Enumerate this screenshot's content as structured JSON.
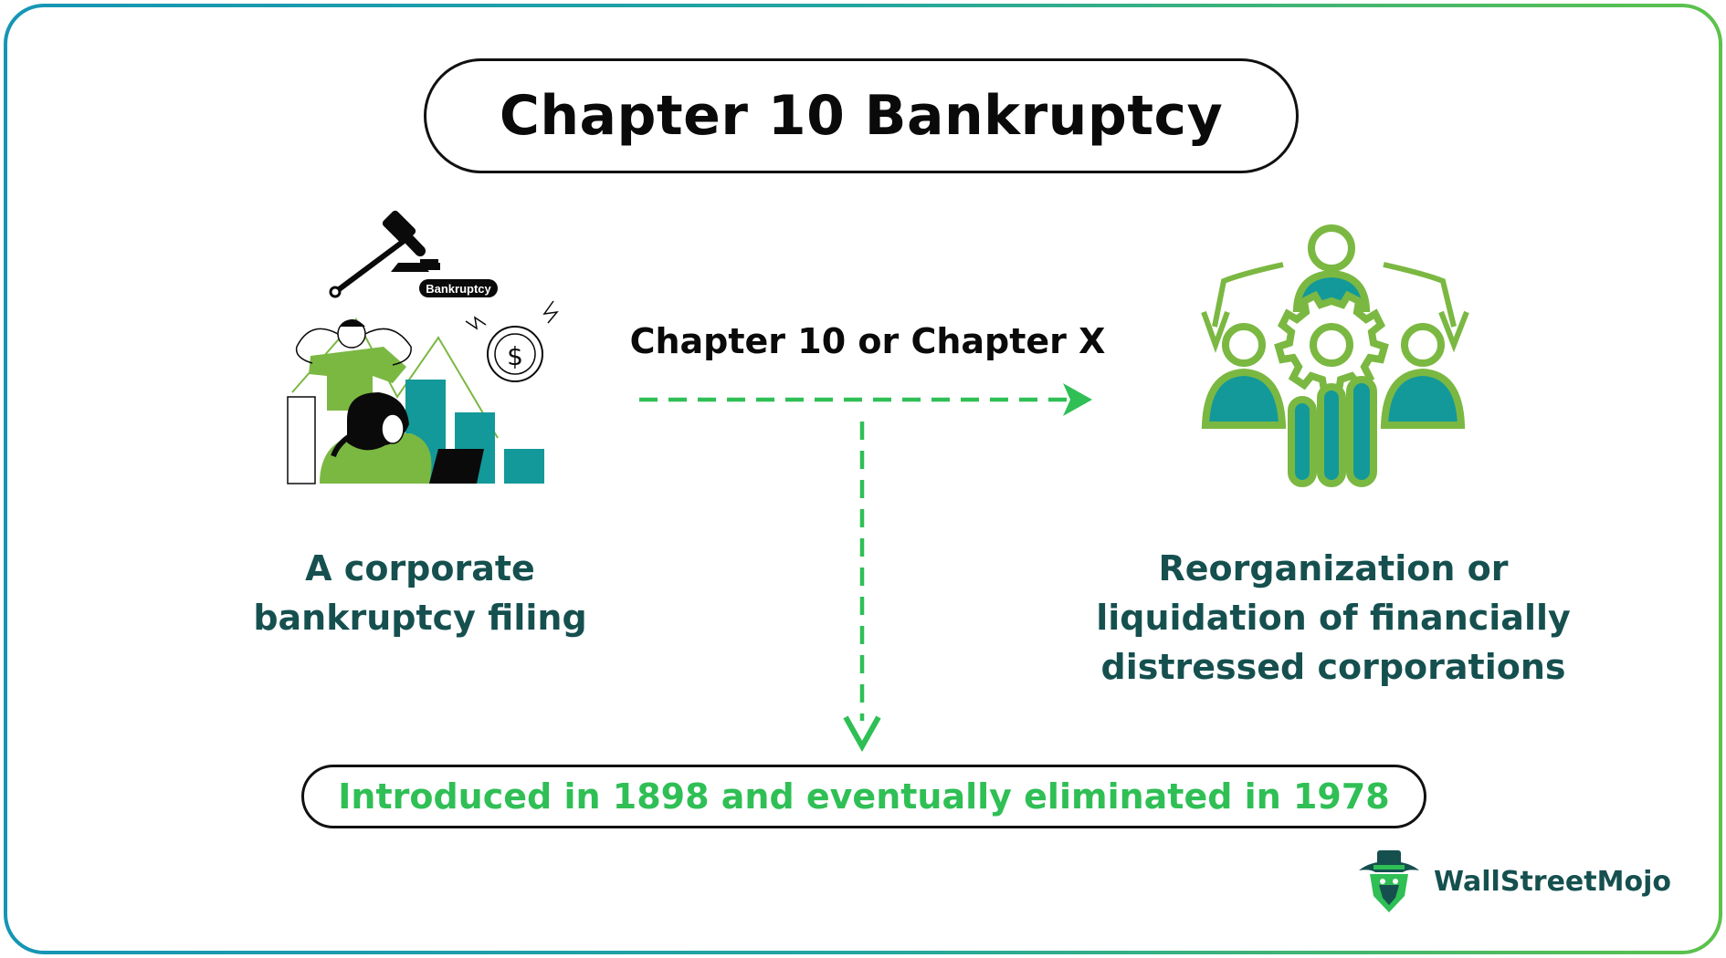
{
  "title": "Chapter 10 Bankruptcy",
  "arrow_label": "Chapter 10 or Chapter X",
  "left_caption": [
    "A corporate",
    "bankruptcy filing"
  ],
  "right_caption": [
    "Reorganization or",
    "liquidation of financially",
    "distressed corporations"
  ],
  "bottom_text": "Introduced in 1898 and eventually eliminated in 1978",
  "gavel_badge": "Bankruptcy",
  "logo_text": "WallStreetMojo",
  "colors": {
    "title_text": "#0a0a0a",
    "caption_text": "#15504f",
    "arrow_green": "#2fbf55",
    "teal": "#13999a",
    "light_green": "#7bb842",
    "border_gradient": [
      "#1695b5",
      "#5cc24b"
    ]
  },
  "icons": [
    "gavel-icon",
    "stressed-people-chart-illustration",
    "dollar-coin-icon",
    "team-gear-icon",
    "logo-mascot-icon"
  ]
}
